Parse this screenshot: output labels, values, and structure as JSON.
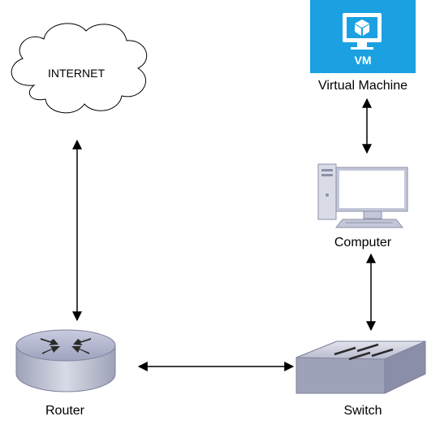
{
  "nodes": {
    "internet": {
      "label": "INTERNET",
      "icon": "cloud-icon"
    },
    "virtual_machine": {
      "label": "Virtual Machine",
      "badge": "VM",
      "icon": "vm-cube-icon",
      "color": "#1BA1E2"
    },
    "computer": {
      "label": "Computer",
      "icon": "desktop-computer-icon"
    },
    "router": {
      "label": "Router",
      "icon": "router-icon"
    },
    "switch": {
      "label": "Switch",
      "icon": "switch-icon"
    }
  },
  "connections": [
    {
      "from": "internet",
      "to": "router",
      "type": "bidirectional"
    },
    {
      "from": "virtual_machine",
      "to": "computer",
      "type": "bidirectional"
    },
    {
      "from": "computer",
      "to": "switch",
      "type": "bidirectional"
    },
    {
      "from": "router",
      "to": "switch",
      "type": "bidirectional"
    }
  ]
}
